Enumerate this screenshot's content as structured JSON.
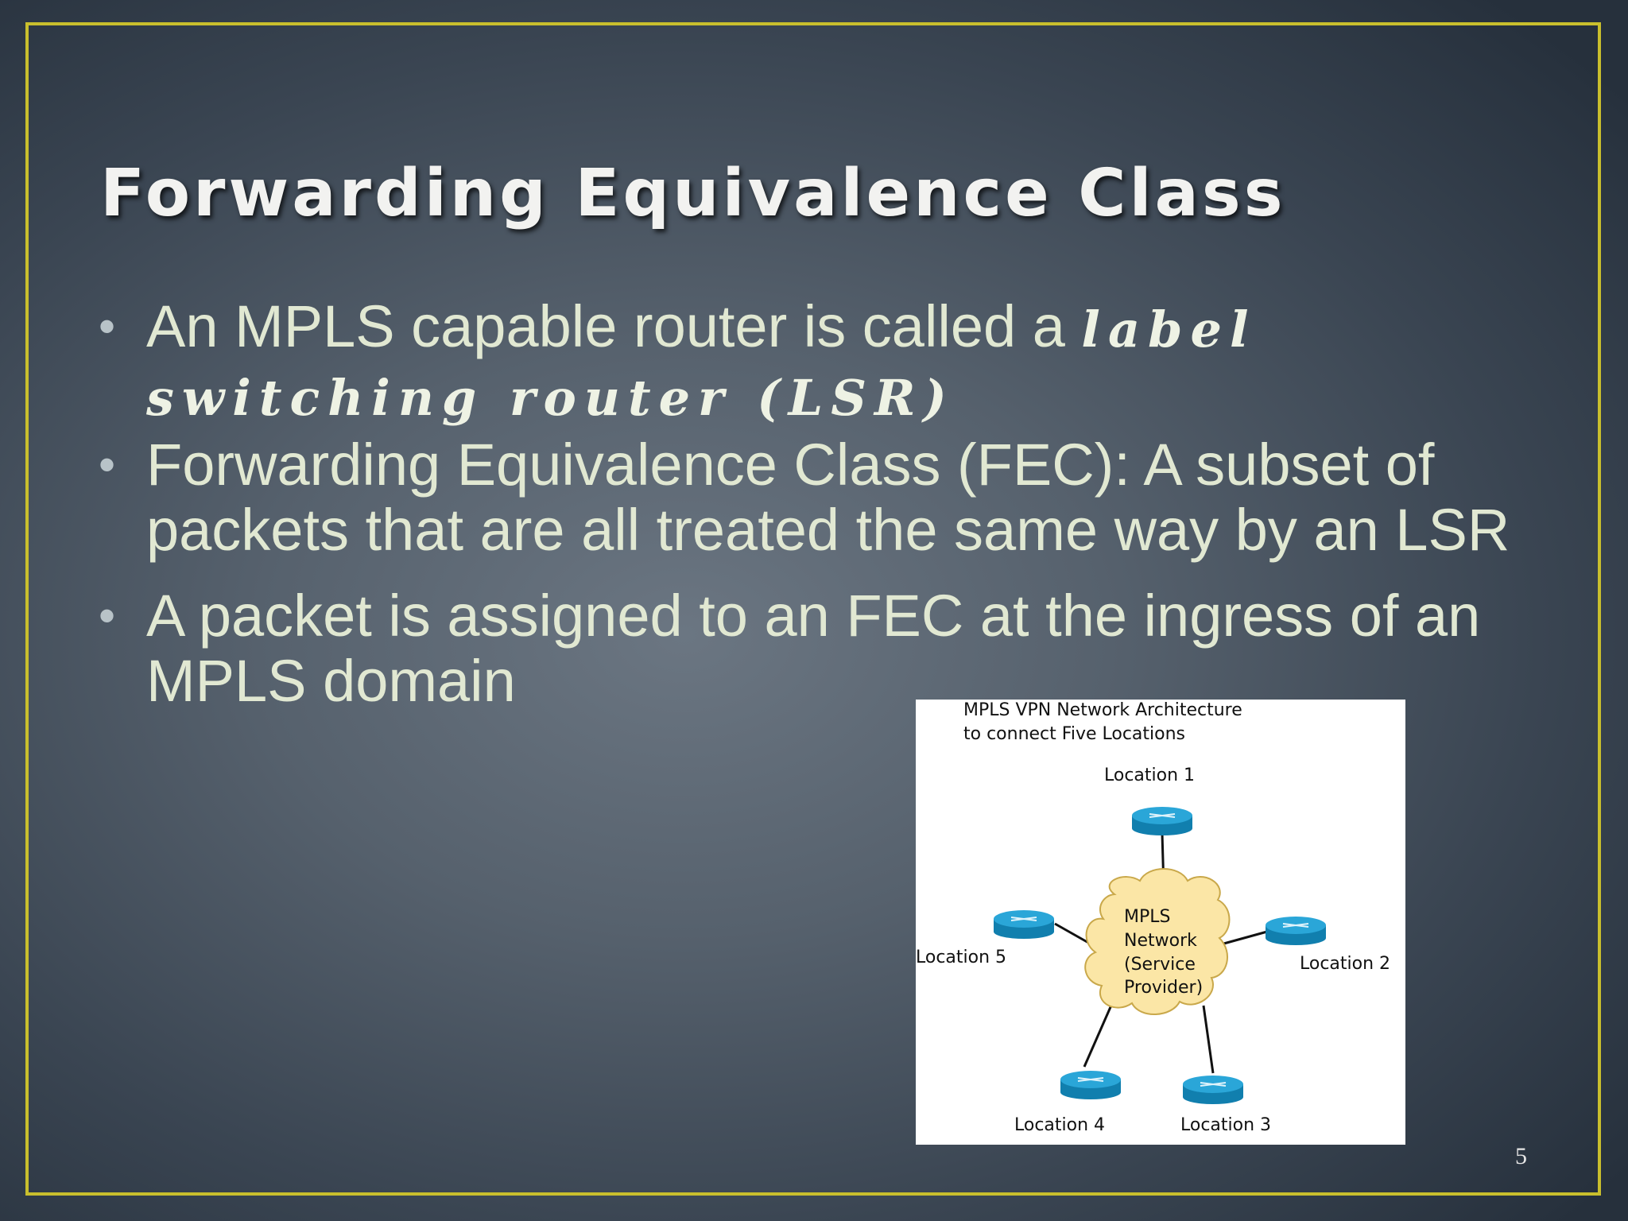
{
  "slide": {
    "title": "Forwarding Equivalence Class",
    "page_number": "5",
    "bullets": [
      {
        "text": "An MPLS capable router is called a ",
        "emphasis": "label switching router (LSR)"
      },
      {
        "text": "Forwarding Equivalence Class (FEC): A subset of packets that are all treated the same way by an LSR"
      },
      {
        "text": "A packet is assigned to an FEC at the ingress of an MPLS domain"
      }
    ],
    "bullet_glyph": "•"
  },
  "diagram": {
    "title_line1": "MPLS VPN Network Architecture",
    "title_line2": "to connect Five Locations",
    "cloud_lines": [
      "MPLS",
      "Network",
      "(Service",
      "Provider)"
    ],
    "locations": [
      "Location 1",
      "Location 2",
      "Location 3",
      "Location 4",
      "Location 5"
    ],
    "colors": {
      "router": "#2aa6d8",
      "router_dark": "#117fae",
      "cloud": "#fbe6a6",
      "cloud_stroke": "#c9a84a"
    }
  },
  "colors": {
    "frame": "#c9bf2d",
    "body_text": "#e1e8d2",
    "title": "#f2f2f0"
  }
}
